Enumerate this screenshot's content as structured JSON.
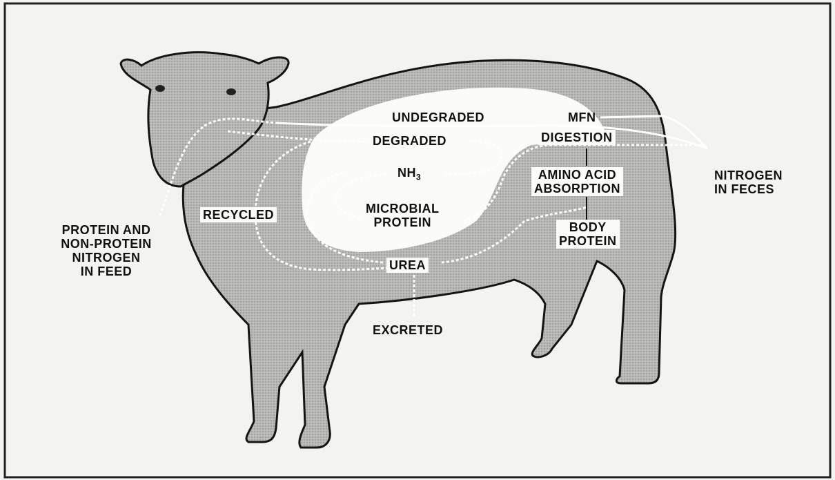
{
  "labels": {
    "undegraded": "UNDEGRADED",
    "mfn": "MFN",
    "degraded": "DEGRADED",
    "digestion": "DIGESTION",
    "nh3_main": "NH",
    "nh3_sub": "3",
    "amino_acid_absorption_line1": "AMINO ACID",
    "amino_acid_absorption_line2": "ABSORPTION",
    "nitrogen_in_feces_line1": "NITROGEN",
    "nitrogen_in_feces_line2": "IN FECES",
    "recycled": "RECYCLED",
    "microbial_protein_line1": "MICROBIAL",
    "microbial_protein_line2": "PROTEIN",
    "body_protein_line1": "BODY",
    "body_protein_line2": "PROTEIN",
    "feed_line1": "PROTEIN AND",
    "feed_line2": "NON-PROTEIN",
    "feed_line3": "NITROGEN",
    "feed_line4": "IN  FEED",
    "urea": "UREA",
    "excreted": "EXCRETED"
  },
  "colors": {
    "background": "#f3f3f1",
    "body_fill": "#b4b4b2",
    "rumen_fill": "#fbfbf8",
    "outline": "#141414",
    "flow_line": "#ffffff"
  }
}
